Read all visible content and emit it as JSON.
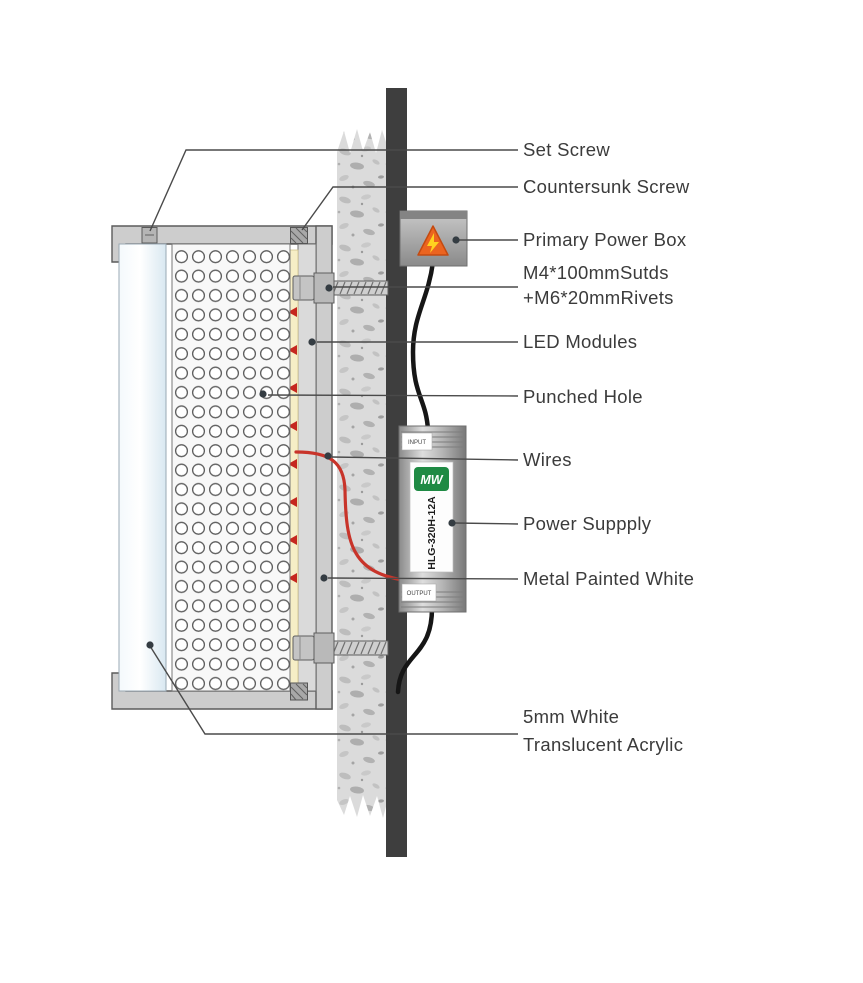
{
  "labels": {
    "set_screw": "Set Screw",
    "countersunk_screw": "Countersunk Screw",
    "primary_power_box": "Primary Power Box",
    "studs_line1": "M4*100mmSutds",
    "studs_line2": "+M6*20mmRivets",
    "led_modules": "LED Modules",
    "punched_hole": "Punched Hole",
    "wires": "Wires",
    "power_supply": "Power  Suppply",
    "metal_painted_white": "Metal Painted White",
    "acrylic_line1": "5mm White",
    "acrylic_line2": "Translucent Acrylic"
  },
  "power_supply_unit": {
    "model": "HLG-320H-12A",
    "brand": "MW",
    "input_label": "INPUT",
    "output_label": "OUTPUT"
  },
  "colors": {
    "label_text": "#3b3b3b",
    "leader_line": "#4a4a4a",
    "wall_edge_panel": "#3e3e3e",
    "warning_triangle": "#eb6420",
    "lightning_bolt": "#ffd21f",
    "wire_black": "#161616",
    "wire_red": "#c8342a",
    "brand_green": "#1f8a44"
  }
}
